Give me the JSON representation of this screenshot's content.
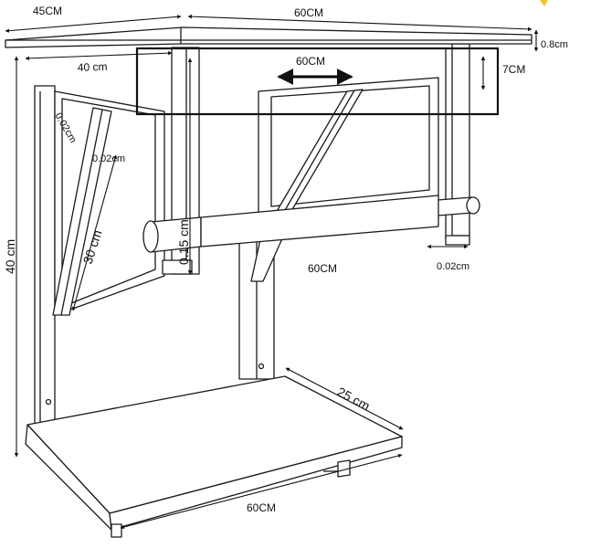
{
  "diagram": {
    "dimensions": {
      "top_depth": "45CM",
      "top_width": "60CM",
      "top_thickness": "0.8cm",
      "upper_depth": "40 cm",
      "highlight_width": "60CM",
      "highlight_height": "7CM",
      "brace_thickness_a": "0.02cm",
      "brace_thickness_b": "0.02cm",
      "brace_length": "30 cm",
      "total_height": "40 cm",
      "leg_height": "0.15 cm",
      "rail_width": "60CM",
      "leg_foot": "0.02cm",
      "base_depth": "25 cm",
      "base_width": "60CM"
    },
    "colors": {
      "line": "#1a1a1a",
      "accent": "#f5c518"
    }
  }
}
